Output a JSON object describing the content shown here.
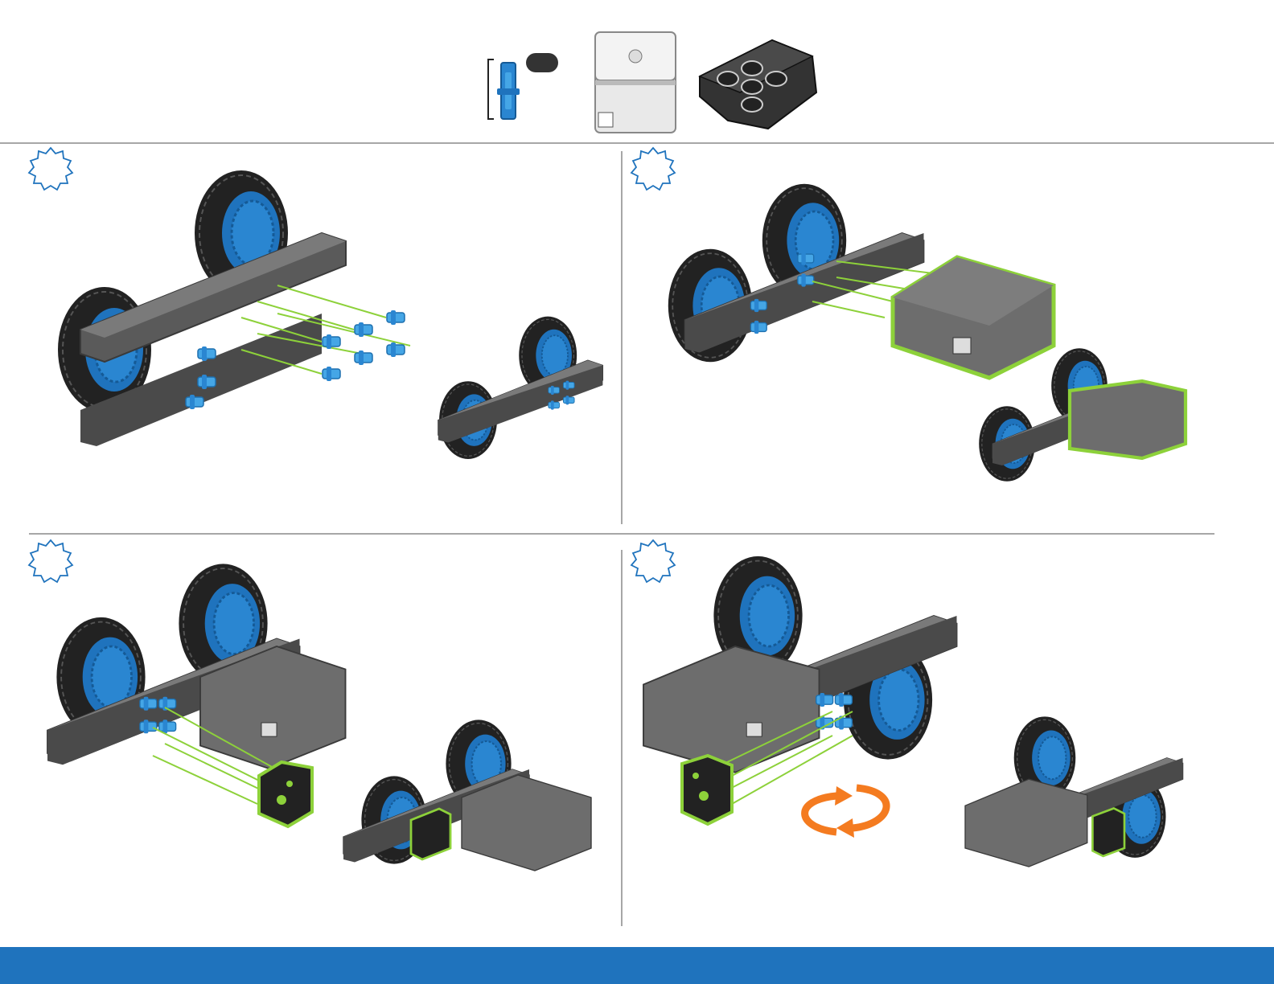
{
  "colors": {
    "brand_blue": "#1f73bd",
    "part_blue": "#2a86d1",
    "pin_blue": "#45a6e6",
    "beam_gray": "#5a5a5a",
    "beam_light": "#7a7a7a",
    "tire_black": "#222222",
    "highlight_green": "#8dd13a",
    "rotate_orange": "#f47b20",
    "divider": "#8a8a8a",
    "brain_gray": "#707070",
    "parts_white": "#e9e9e9"
  },
  "header": {
    "parts": [
      {
        "name": "connector-pin-part",
        "icon": "pin-icon",
        "quantity": ""
      },
      {
        "name": "robot-brain-part",
        "icon": "brain-icon"
      },
      {
        "name": "corner-connector-part",
        "icon": "corner-connector-icon"
      }
    ]
  },
  "steps": [
    {
      "id": "step-1",
      "icon": "step-badge-icon",
      "number": ""
    },
    {
      "id": "step-2",
      "icon": "step-badge-icon",
      "number": ""
    },
    {
      "id": "step-3",
      "icon": "step-badge-icon",
      "number": ""
    },
    {
      "id": "step-4",
      "icon": "step-badge-icon",
      "number": "",
      "action_icon": "rotate-arrows-icon"
    }
  ],
  "footer": {
    "color": "#1f73bd"
  }
}
